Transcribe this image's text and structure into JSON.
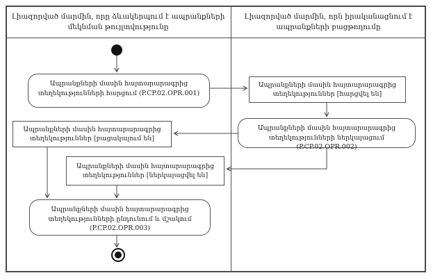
{
  "lanes": [
    {
      "title_lines": [
        "Լիազորված մարմին, որը ձևակերպում է ապրանքների",
        "մեկնման թույլտվությունը"
      ]
    },
    {
      "title_lines": [
        "Լիազորված մարմին, որն իրականացնում է",
        "ապրանքների բացթողումը"
      ]
    }
  ],
  "nodes": {
    "act1": {
      "lines": [
        "Ապրանքների մասին հայտարարագրից",
        "տեղեկությունների հարցում (P.CP.02.OPR.001)"
      ]
    },
    "obj1": {
      "lines": [
        "Ապրանքների մասին հայտարարագրից",
        "տեղեկություններ [հարցվել են]"
      ]
    },
    "act2": {
      "lines": [
        "Ապրանքների մասին հայտարարագրից",
        "տեղեկությունների ներկայացում (P.CP.02.OPR.002)"
      ]
    },
    "obj2": {
      "lines": [
        "Ապրանքների մասին հայտարարագրից",
        "տեղեկություններ [բացակայում են]"
      ]
    },
    "obj3": {
      "lines": [
        "Ապրանքների մասին հայտարարագրից",
        "տեղեկություններ [ներկայացվել են]"
      ]
    },
    "act3": {
      "lines": [
        "Ապրանքների մասին հայտարարագրից",
        "տեղեկությունների ընդունում և մշակում (P.CP.02.OPR.003)"
      ]
    }
  },
  "colors": {
    "line": "#4a4a4a",
    "node_fill": "#ffffff",
    "text": "#1c1c1c"
  }
}
